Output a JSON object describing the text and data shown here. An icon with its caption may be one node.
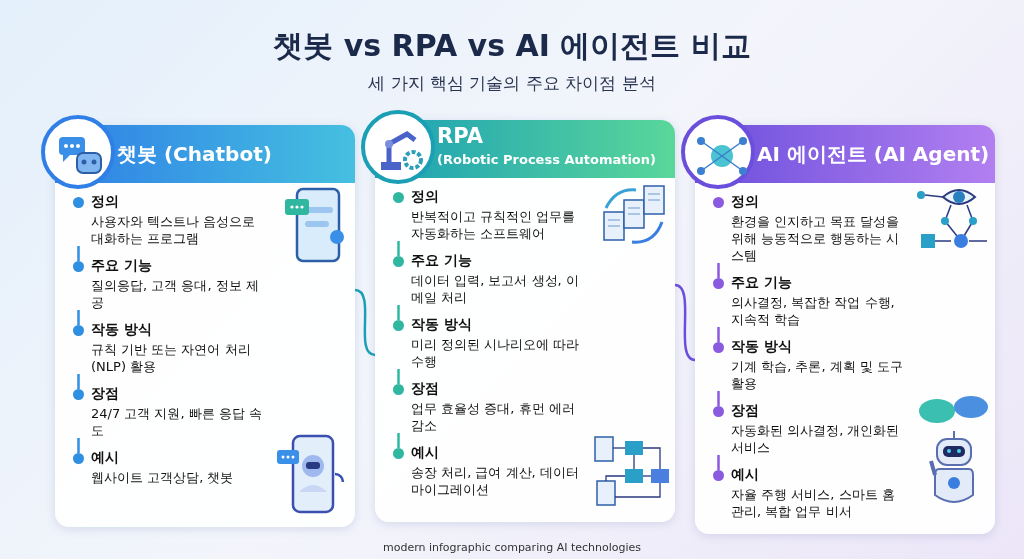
{
  "diagram": {
    "title": "챗봇 vs RPA vs AI 에이전트 비교",
    "caption": "modern infographic comparing AI technologies",
    "nodes": [
      {
        "text": [
          "챗봇 (Chatbot)"
        ]
      },
      {
        "text": [
          "정의",
          "사용자와 텍스트나 음성으로 대화하는 프로그램"
        ],
        "in": 0
      },
      {
        "text": [
          "주요 기능",
          "질의응답, 고객 응대, 정보 제공"
        ],
        "in": 0
      },
      {
        "text": [
          "작동 방식",
          "규칙 기반 또는 자연어 처리 (NLP) 활용"
        ],
        "in": 0
      },
      {
        "text": [
          "장점",
          "24/7 고객 지원, 빠른 응답 속도"
        ],
        "in": 0
      },
      {
        "text": [
          "예시",
          "웹사이트 고객상담, 챗봇"
        ],
        "in": 0
      },
      {
        "text": [
          "RPA",
          "(Robotic Process Automation)"
        ]
      },
      {
        "text": [
          "정의",
          "반복적이고 규칙적인 업무를 자동화하는 소프트웨어"
        ],
        "in": 6
      },
      {
        "text": [
          "주요 기능",
          "데이터 입력, 보고서 생성, 이메일 처리"
        ],
        "in": 6
      },
      {
        "text": [
          "작동 방식",
          "미리 정의된 시나리오에 따라 수행"
        ],
        "in": 6
      },
      {
        "text": [
          "장점",
          "업무 효율성 증대, 휴먼 에러 감소"
        ],
        "in": 6
      },
      {
        "text": [
          "예시",
          "송장 처리, 급여 계산, 데이터 마이그레이션"
        ],
        "in": 6
      },
      {
        "text": [
          "AI 에이전트 (AI Agent)"
        ]
      },
      {
        "text": [
          "정의",
          "환경을 인지하고 목표 달성을 위해 능동적으로 행동하는 시스템"
        ],
        "in": 12
      },
      {
        "text": [
          "주요 기능",
          "의사결정, 복잡한 작업 수행, 지속적 학습"
        ],
        "in": 12
      },
      {
        "text": [
          "작동 방식",
          "기계 학습, 추론, 계획 및 도구 활용"
        ],
        "in": 12
      },
      {
        "text": [
          "장점",
          "자동화된 의사결정, 개인화된 서비스"
        ],
        "in": 12
      },
      {
        "text": [
          "예시",
          "자율 주행 서비스, 스마트 홈 관리, 복합 업무 비서"
        ],
        "in": 12
      }
    ],
    "edges": [
      {
        "from": 0,
        "to": 6,
        "arrow": "none",
        "color": "#1b9fb5"
      },
      {
        "from": 6,
        "to": 12,
        "arrow": "none",
        "color": "#6b4fdc"
      },
      {
        "from": 1,
        "to": 2,
        "arrow": "none",
        "color": "#2f8fe0"
      },
      {
        "from": 2,
        "to": 3,
        "arrow": "none",
        "color": "#2f8fe0"
      },
      {
        "from": 3,
        "to": 4,
        "arrow": "none",
        "color": "#2f8fe0"
      },
      {
        "from": 4,
        "to": 5,
        "arrow": "none",
        "color": "#2f8fe0"
      },
      {
        "from": 7,
        "to": 8,
        "arrow": "none",
        "color": "#2fb7a0"
      },
      {
        "from": 8,
        "to": 9,
        "arrow": "none",
        "color": "#2fb7a0"
      },
      {
        "from": 9,
        "to": 10,
        "arrow": "none",
        "color": "#2fb7a0"
      },
      {
        "from": 10,
        "to": 11,
        "arrow": "none",
        "color": "#2fb7a0"
      },
      {
        "from": 13,
        "to": 14,
        "arrow": "none",
        "color": "#8a5ae0"
      },
      {
        "from": 14,
        "to": 15,
        "arrow": "none",
        "color": "#8a5ae0"
      },
      {
        "from": 15,
        "to": 16,
        "arrow": "none",
        "color": "#8a5ae0"
      },
      {
        "from": 16,
        "to": 17,
        "arrow": "none",
        "color": "#8a5ae0"
      }
    ],
    "labels": [
      "세 가지 핵심 기술의 주요 차이점 분석"
    ]
  }
}
